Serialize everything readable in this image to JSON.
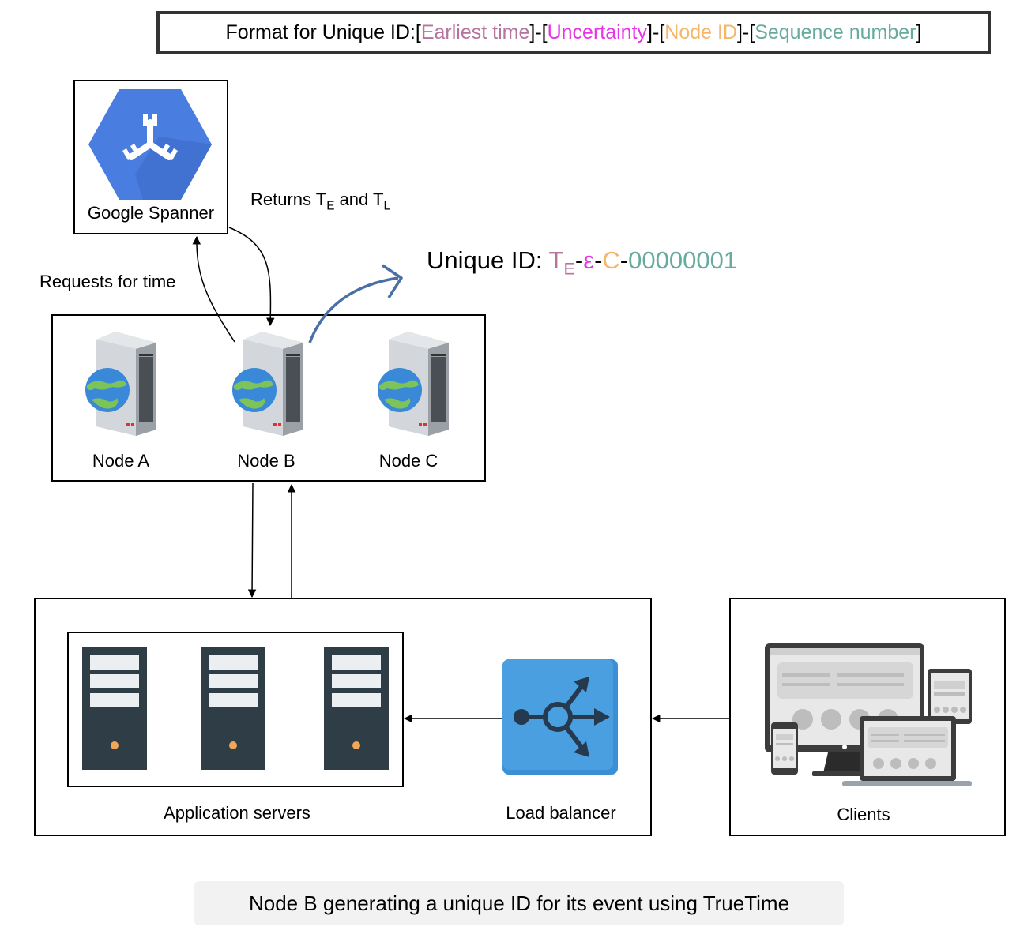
{
  "format": {
    "prefix": "Format for Unique ID: ",
    "b1": "[",
    "earliest": "Earliest time",
    "sep1": "]-[",
    "uncertainty": "Uncertainty",
    "sep2": "]-[",
    "node_id": "Node ID",
    "sep3": "]-[",
    "sequence": "Sequence number",
    "b2": "]"
  },
  "spanner": {
    "label": "Google Spanner"
  },
  "returns": {
    "text": "Returns T",
    "sub_e": "E",
    "mid": " and T",
    "sub_l": "L"
  },
  "requests": {
    "text": "Requests for time"
  },
  "unique_id": {
    "prefix": "Unique ID: ",
    "t": "T",
    "t_sub": "E",
    "dash1": "-",
    "eps": "ε",
    "dash2": "-",
    "node": "C",
    "dash3": "-",
    "seq": "00000001"
  },
  "nodes": {
    "a": "Node A",
    "b": "Node B",
    "c": "Node C"
  },
  "app_servers": {
    "label": "Application servers"
  },
  "load_balancer": {
    "label": "Load balancer"
  },
  "clients": {
    "label": "Clients"
  },
  "caption": "Node B generating a unique ID for its event using TrueTime",
  "colors": {
    "earliest": "#b5739d",
    "uncertainty": "#e535e5",
    "node_id": "#f5b66b",
    "sequence": "#67ab9f",
    "spanner_blue": "#4a7de0",
    "lb_blue": "#4a9fe0",
    "server_dark": "#2f3d47",
    "arrow_blue": "#4a6fa5"
  }
}
